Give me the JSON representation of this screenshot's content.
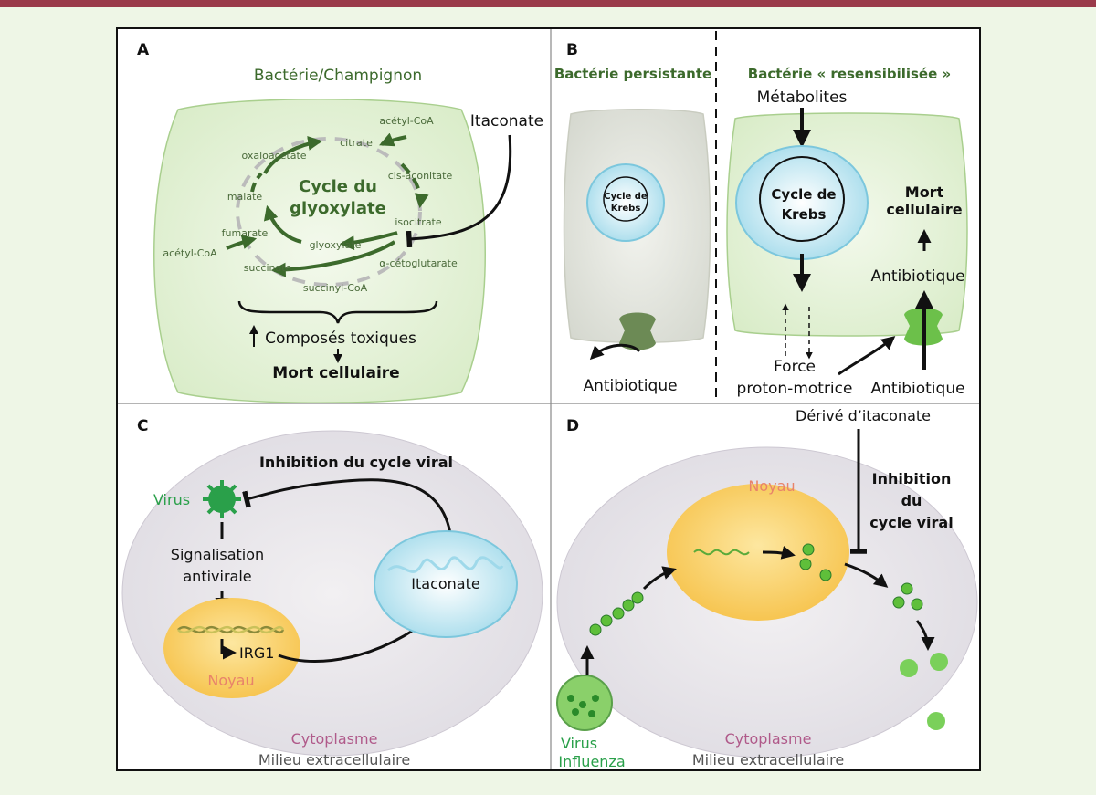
{
  "panels": {
    "a": {
      "letter": "A",
      "organism": "Bactérie/Champignon",
      "itaconate": "Itaconate",
      "cycle_title_1": "Cycle du",
      "cycle_title_2": "glyoxylate",
      "metabolites": {
        "acetyl_coa_top": "acétyl-CoA",
        "citrate": "citrate",
        "oxaloacetate": "oxaloacetate",
        "cis_aconitate": "cis-aconitate",
        "malate": "malate",
        "isocitrate": "isocitrate",
        "fumarate": "fumarate",
        "glyoxylate": "glyoxylate",
        "acetyl_coa_left": "acétyl-CoA",
        "alpha_ketoglutarate": "α-cétoglutarate",
        "succinate": "succinate",
        "succinyl_coa": "succinyl-CoA"
      },
      "toxic": "Composés toxiques",
      "death": "Mort cellulaire"
    },
    "b": {
      "letter": "B",
      "persistent_title": "Bactérie persistante",
      "krebs_small_1": "Cycle de",
      "krebs_small_2": "Krebs",
      "antibiotic_left": "Antibiotique",
      "resensitized_title": "Bactérie « resensibilisée »",
      "metabolites": "Métabolites",
      "krebs_1": "Cycle de",
      "krebs_2": "Krebs",
      "death_1": "Mort",
      "death_2": "cellulaire",
      "antibiotic_mid": "Antibiotique",
      "force_1": "Force",
      "force_2": "proton-motrice",
      "antibiotic_right": "Antibiotique"
    },
    "c": {
      "letter": "C",
      "inhibition": "Inhibition du cycle viral",
      "virus": "Virus",
      "signal_1": "Signalisation",
      "signal_2": "antivirale",
      "itaconate": "Itaconate",
      "irg1": "IRG1",
      "nucleus": "Noyau",
      "cytoplasm": "Cytoplasme",
      "extracellular": "Milieu extracellulaire"
    },
    "d": {
      "letter": "D",
      "derivative": "Dérivé d’itaconate",
      "nucleus": "Noyau",
      "inhibition_1": "Inhibition",
      "inhibition_2": "du",
      "inhibition_3": "cycle viral",
      "virus_1": "Virus",
      "virus_2": "Influenza",
      "cytoplasm": "Cytoplasme",
      "extracellular": "Milieu extracellulaire"
    }
  },
  "colors": {
    "frame_bg": "#eef6e6",
    "top_bar": "#9a3a4a",
    "cycle_green": "#3c6a2c",
    "virus_green": "#2aa04a",
    "nucleus_label": "#e8836a",
    "cytoplasm_label": "#b05a8a"
  }
}
